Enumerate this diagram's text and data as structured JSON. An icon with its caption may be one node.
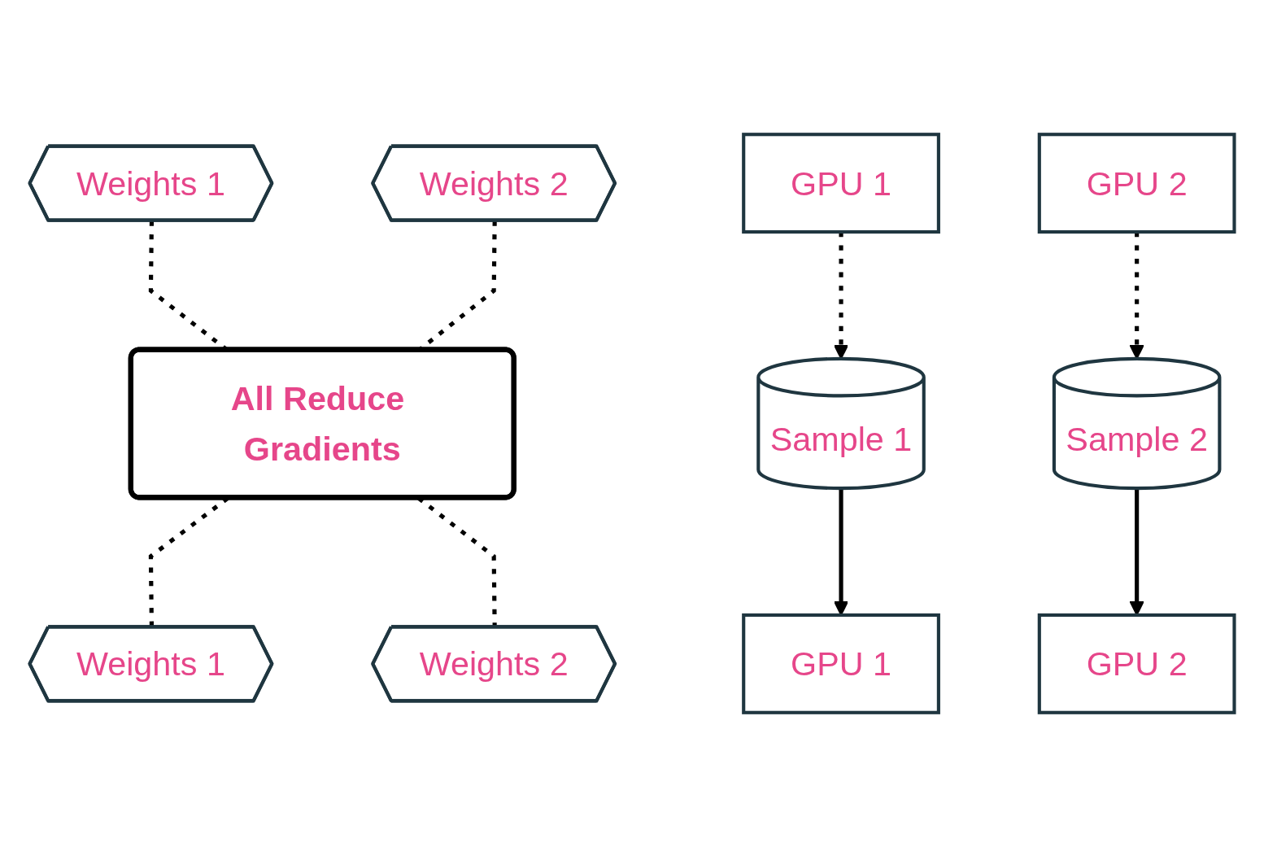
{
  "diagram": {
    "nodes": [
      {
        "text": [
          "Sample 1"
        ]
      },
      {
        "text": [
          "Sample 2"
        ]
      },
      {
        "text": [
          "GPU 1"
        ]
      },
      {
        "text": [
          "GPU 2"
        ]
      },
      {
        "text": [
          "Weights 1"
        ]
      },
      {
        "text": [
          "Weights 2"
        ]
      },
      {
        "text": [
          "All Reduce Gradients"
        ]
      },
      {
        "text": [
          "Weights 1"
        ]
      },
      {
        "text": [
          "Weights 2"
        ]
      },
      {
        "text": [
          "GPU 1"
        ]
      },
      {
        "text": [
          "GPU 2"
        ]
      }
    ],
    "edges": [
      {
        "from": 0,
        "to": 2,
        "arrow": "to"
      },
      {
        "from": 1,
        "to": 3,
        "arrow": "to"
      },
      {
        "from": 4,
        "to": 6,
        "arrow": "none",
        "style": "dashed"
      },
      {
        "from": 5,
        "to": 6,
        "arrow": "none",
        "style": "dashed"
      },
      {
        "from": 6,
        "to": 7,
        "arrow": "none",
        "style": "dashed"
      },
      {
        "from": 6,
        "to": 8,
        "arrow": "none",
        "style": "dashed"
      },
      {
        "from": 9,
        "to": 0,
        "arrow": "to",
        "style": "dashed"
      },
      {
        "from": 10,
        "to": 1,
        "arrow": "to",
        "style": "dashed"
      }
    ]
  }
}
